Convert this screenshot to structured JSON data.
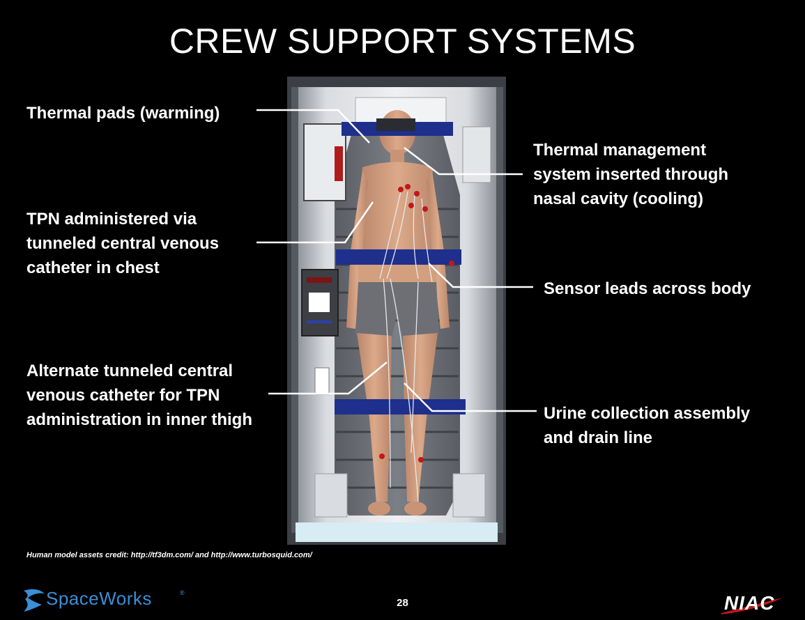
{
  "title": "CREW SUPPORT SYSTEMS",
  "labels": {
    "thermal_pads": [
      "Thermal pads (warming)"
    ],
    "tpn_chest": [
      "TPN administered via",
      "tunneled central venous",
      "catheter in chest"
    ],
    "alt_tpn": [
      "Alternate tunneled central",
      "venous catheter for TPN",
      "administration in inner thigh"
    ],
    "thermal_mgmt": [
      "Thermal management",
      "system inserted through",
      "nasal cavity (cooling)"
    ],
    "sensor": [
      "Sensor leads across body"
    ],
    "urine": [
      "Urine collection assembly",
      "and drain line"
    ]
  },
  "credit": "Human model assets credit: http://tf3dm.com/ and http://www.turbosquid.com/",
  "page_number": "28",
  "logos": {
    "spaceworks": "SpaceWorks",
    "spaceworks_mark": "®",
    "niac": "NIAC"
  },
  "colors": {
    "background": "#000000",
    "strap_blue": "#1e2f8c",
    "pod_gray": "#cfd3d8",
    "callout_line": "#ffffff",
    "spaceworks_blue": "#3a8fd6"
  }
}
